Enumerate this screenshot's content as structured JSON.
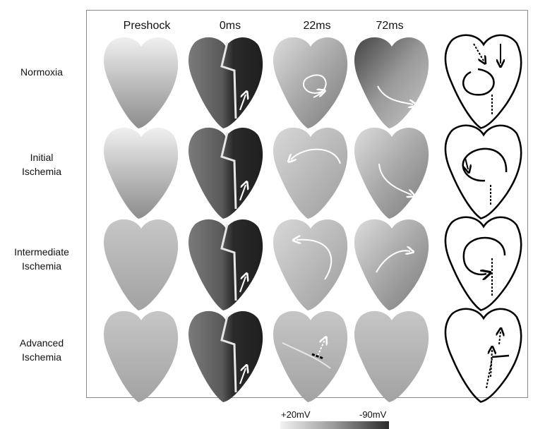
{
  "columns": [
    "Preshock",
    "0ms",
    "22ms",
    "72ms"
  ],
  "rows": [
    {
      "line1": "Normoxia",
      "line2": ""
    },
    {
      "line1": "Initial",
      "line2": "Ischemia"
    },
    {
      "line1": "Intermediate",
      "line2": "Ischemia"
    },
    {
      "line1": "Advanced",
      "line2": "Ischemia"
    }
  ],
  "scale": {
    "max_label": "+20mV",
    "min_label": "-90mV"
  },
  "colors": {
    "bright": "#f0f0f0",
    "dark": "#2c2c2c",
    "arrow": "#ffffff",
    "outline": "#000000"
  }
}
